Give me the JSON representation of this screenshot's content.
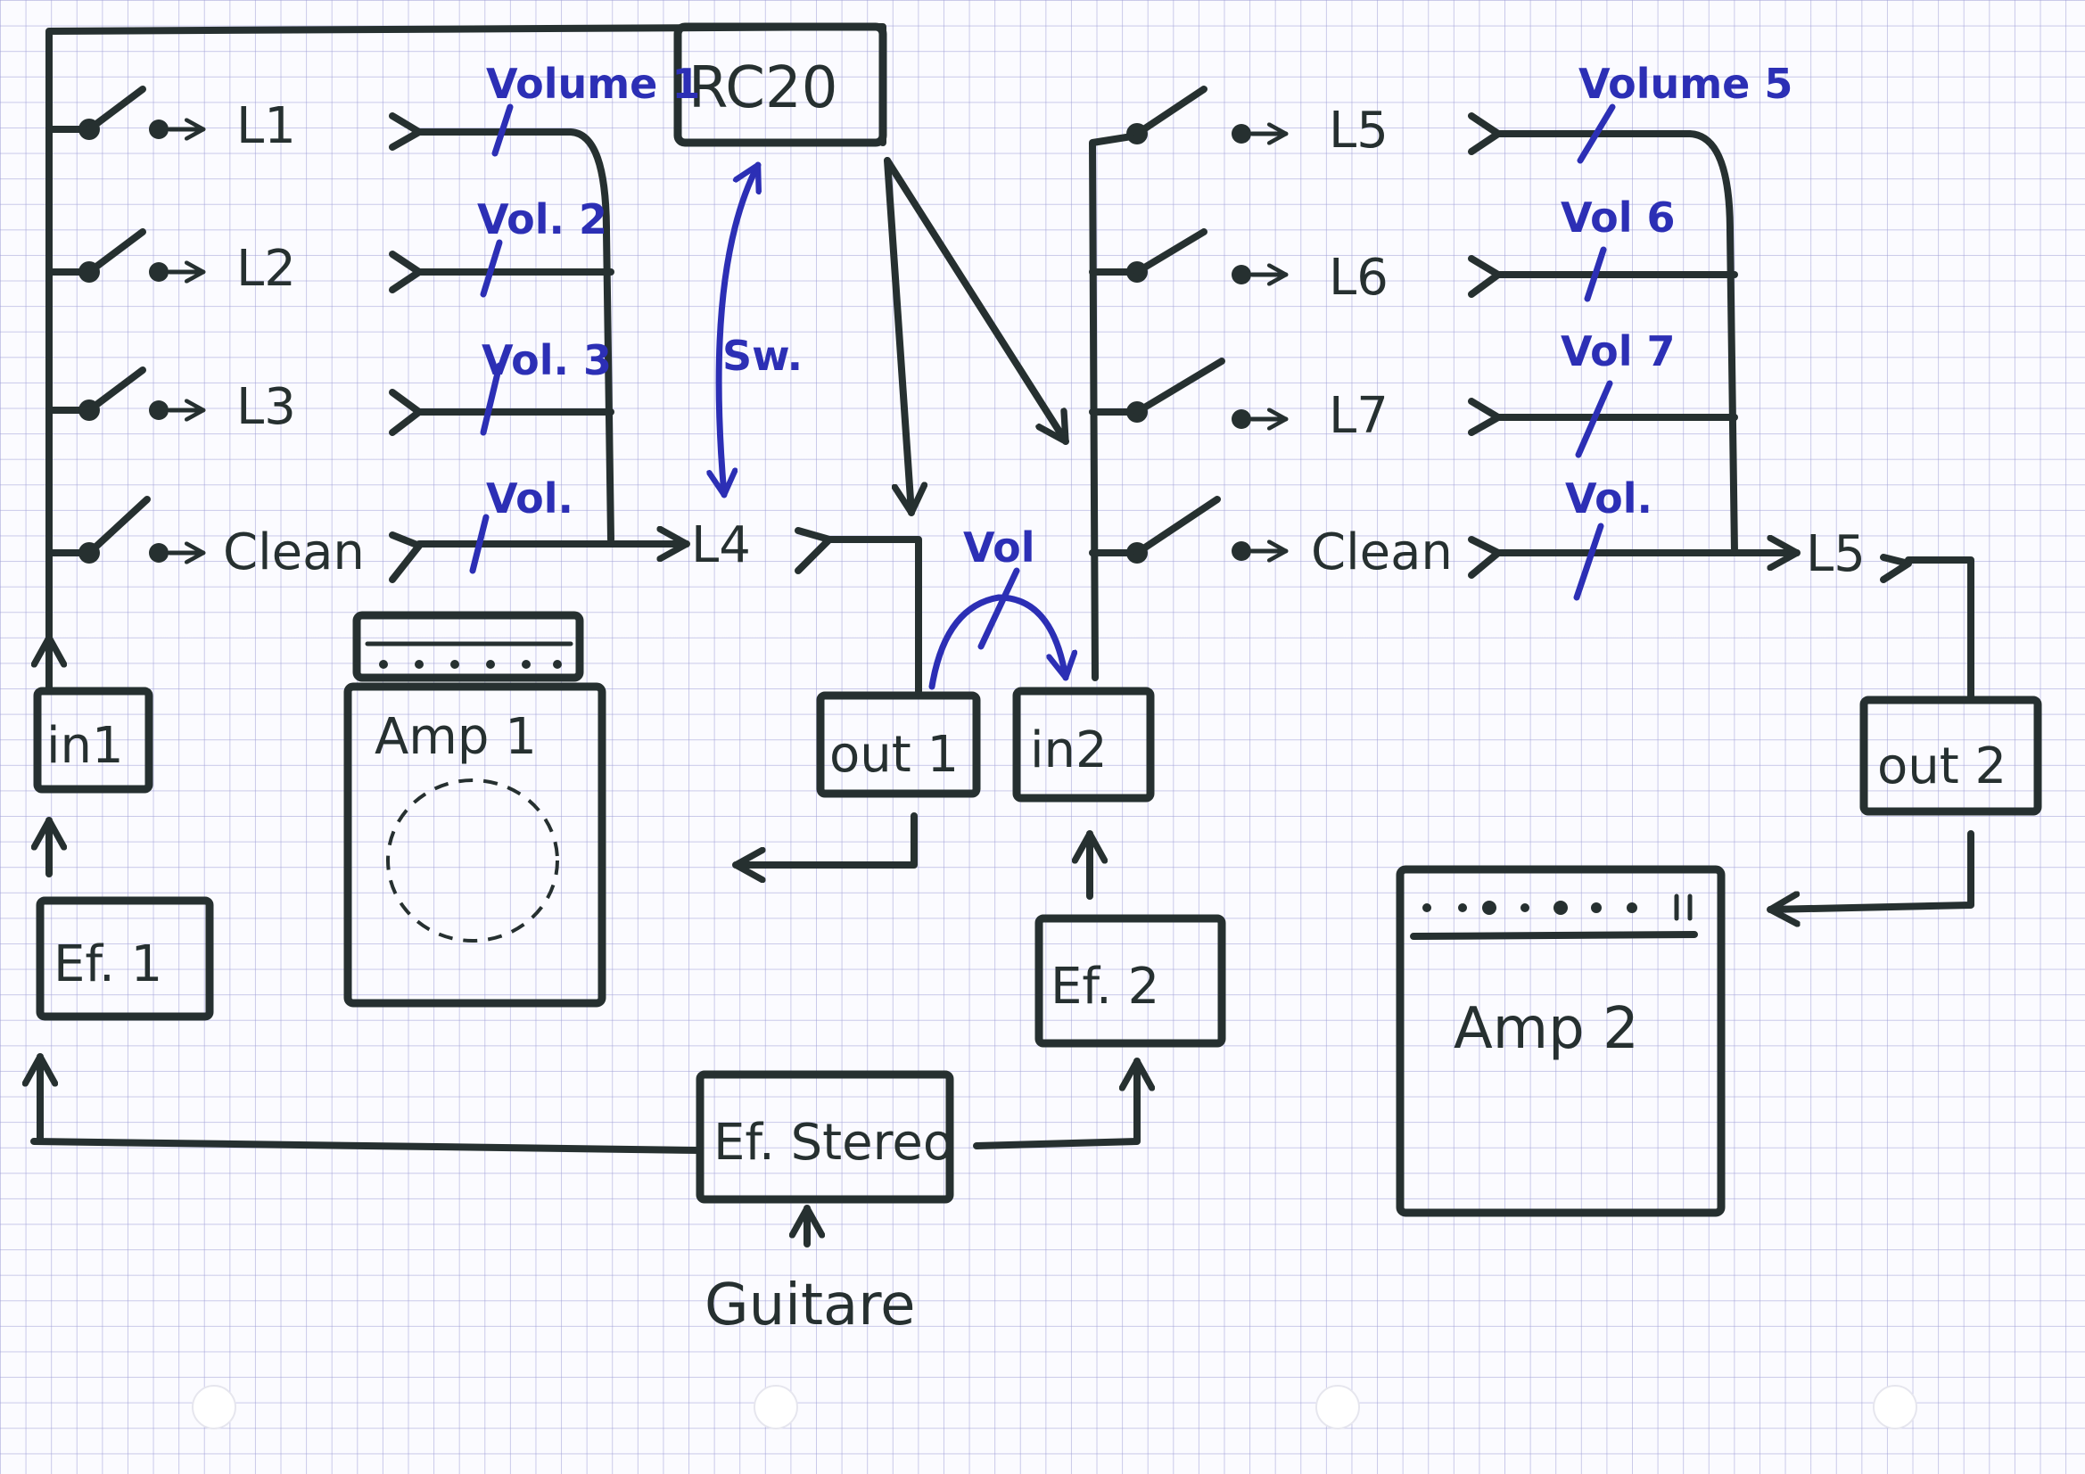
{
  "devices": {
    "rc20": "RC20",
    "in1": "in1",
    "in2": "in2",
    "out1": "out 1",
    "out2": "out 2",
    "amp1": "Amp 1",
    "amp2": "Amp 2",
    "ef1": "Ef. 1",
    "ef2": "Ef. 2",
    "ef_stereo": "Ef. Stereo",
    "guitar": "Guitare"
  },
  "loop_bank_1": {
    "loops": [
      "L1",
      "L2",
      "L3",
      "Clean"
    ],
    "volumes": [
      "Volume 1",
      "Vol. 2",
      "Vol. 3",
      "Vol."
    ],
    "output": "L4"
  },
  "loop_bank_2": {
    "loops": [
      "L5",
      "L6",
      "L7",
      "Clean"
    ],
    "volumes": [
      "Volume 5",
      "Vol 6",
      "Vol 7",
      "Vol."
    ],
    "output": "L5"
  },
  "annotations": {
    "switch": "Sw.",
    "vol": "Vol"
  },
  "colors": {
    "ink": "#263030",
    "blue_ink": "#2c2fb5",
    "grid": "#a0a0d7"
  }
}
